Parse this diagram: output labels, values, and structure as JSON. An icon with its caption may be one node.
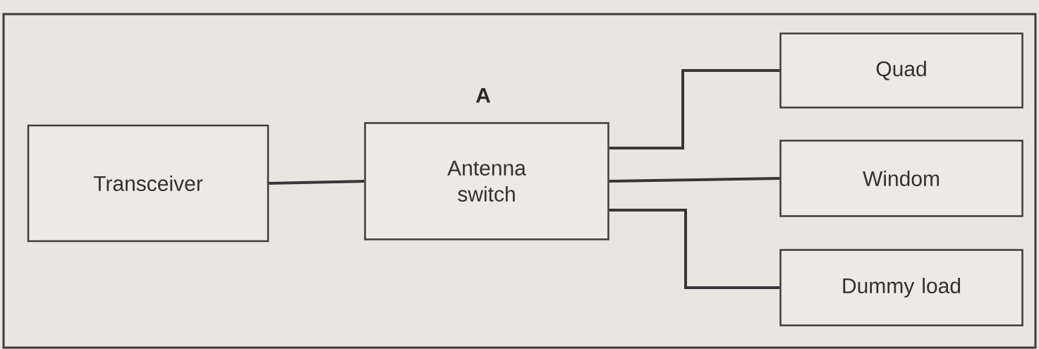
{
  "diagram": {
    "nodes": [
      {
        "text": [
          "Transceiver"
        ]
      },
      {
        "text": [
          "Antenna switch"
        ],
        "beside": [
          "A"
        ]
      },
      {
        "text": [
          "Quad"
        ]
      },
      {
        "text": [
          "Windom"
        ]
      },
      {
        "text": [
          "Dummy load"
        ]
      }
    ],
    "edges": [
      {
        "from": 0,
        "to": 1,
        "arrow": "none"
      },
      {
        "from": 1,
        "to": 2,
        "arrow": "none"
      },
      {
        "from": 1,
        "to": 3,
        "arrow": "none"
      },
      {
        "from": 1,
        "to": 4,
        "arrow": "none"
      }
    ]
  }
}
